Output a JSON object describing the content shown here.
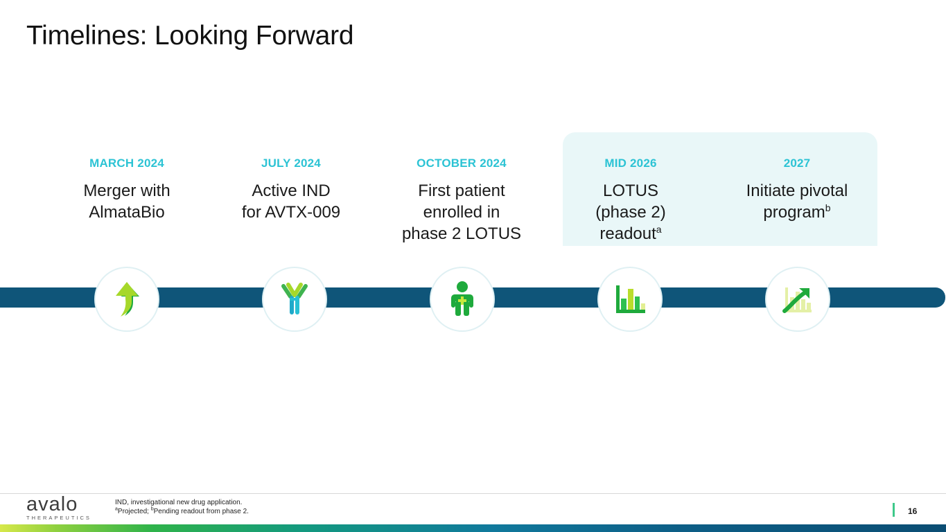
{
  "slide": {
    "title": "Timelines: Looking Forward",
    "page_number": "16"
  },
  "brand": {
    "name": "avalo",
    "tagline": "THERAPEUTICS"
  },
  "colors": {
    "timeline_bar": "#0f5579",
    "date_label": "#2cc3d4",
    "highlight_panel": "#e9f7f8",
    "circle_border": "#dff0f3",
    "page_marker": "#3ec98a"
  },
  "timeline": {
    "milestones": [
      {
        "date": "MARCH 2024",
        "line1": "Merger with",
        "line2": "AlmataBio",
        "line3": "",
        "superscript": "",
        "icon": "merging-arrows-icon",
        "highlighted": false
      },
      {
        "date": "JULY 2024",
        "line1": "Active IND",
        "line2": "for AVTX-009",
        "line3": "",
        "superscript": "",
        "icon": "antibody-icon",
        "highlighted": false
      },
      {
        "date": "OCTOBER 2024",
        "line1": "First patient",
        "line2": "enrolled in",
        "line3": "phase 2 LOTUS",
        "superscript": "",
        "icon": "patient-icon",
        "highlighted": false
      },
      {
        "date": "MID 2026",
        "line1": "LOTUS",
        "line2": "(phase 2)",
        "line3": "readout",
        "superscript": "a",
        "icon": "bar-chart-icon",
        "highlighted": true
      },
      {
        "date": "2027",
        "line1": "Initiate pivotal",
        "line2": "program",
        "line3": "",
        "superscript": "b",
        "icon": "growth-arrow-chart-icon",
        "highlighted": true
      }
    ]
  },
  "footnotes": {
    "abbreviation": "IND, investigational new drug application.",
    "note_a_marker": "a",
    "note_a_text": "Projected; ",
    "note_b_marker": "b",
    "note_b_text": "Pending readout from phase 2."
  }
}
